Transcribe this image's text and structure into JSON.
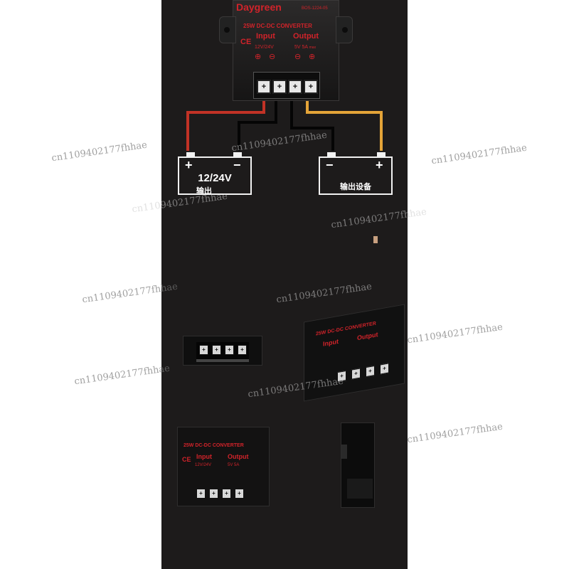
{
  "product": {
    "brand": "Daygreen",
    "model": "BOS-1224-05",
    "title": "25W DC-DC CONVERTER",
    "input_label": "Input",
    "output_label": "Output",
    "input_voltage": "12V/24V",
    "output_spec": "5V 5A",
    "output_spec_suffix": "max",
    "ce_mark": "CE",
    "plus": "⊕",
    "minus": "⊖"
  },
  "batteries": {
    "source": {
      "plus": "+",
      "minus": "−",
      "line1": "12/24V",
      "line2": "输出"
    },
    "device": {
      "plus": "+",
      "minus": "−",
      "line1": "输出设备"
    }
  },
  "watermark": "cn1109402177fhhae",
  "colors": {
    "panel_bg": "#1d1b1b",
    "wire_red": "#d23a2a",
    "wire_black": "#0a0a0a",
    "wire_yellow": "#e8a83a",
    "brand_red": "#d2232a"
  }
}
